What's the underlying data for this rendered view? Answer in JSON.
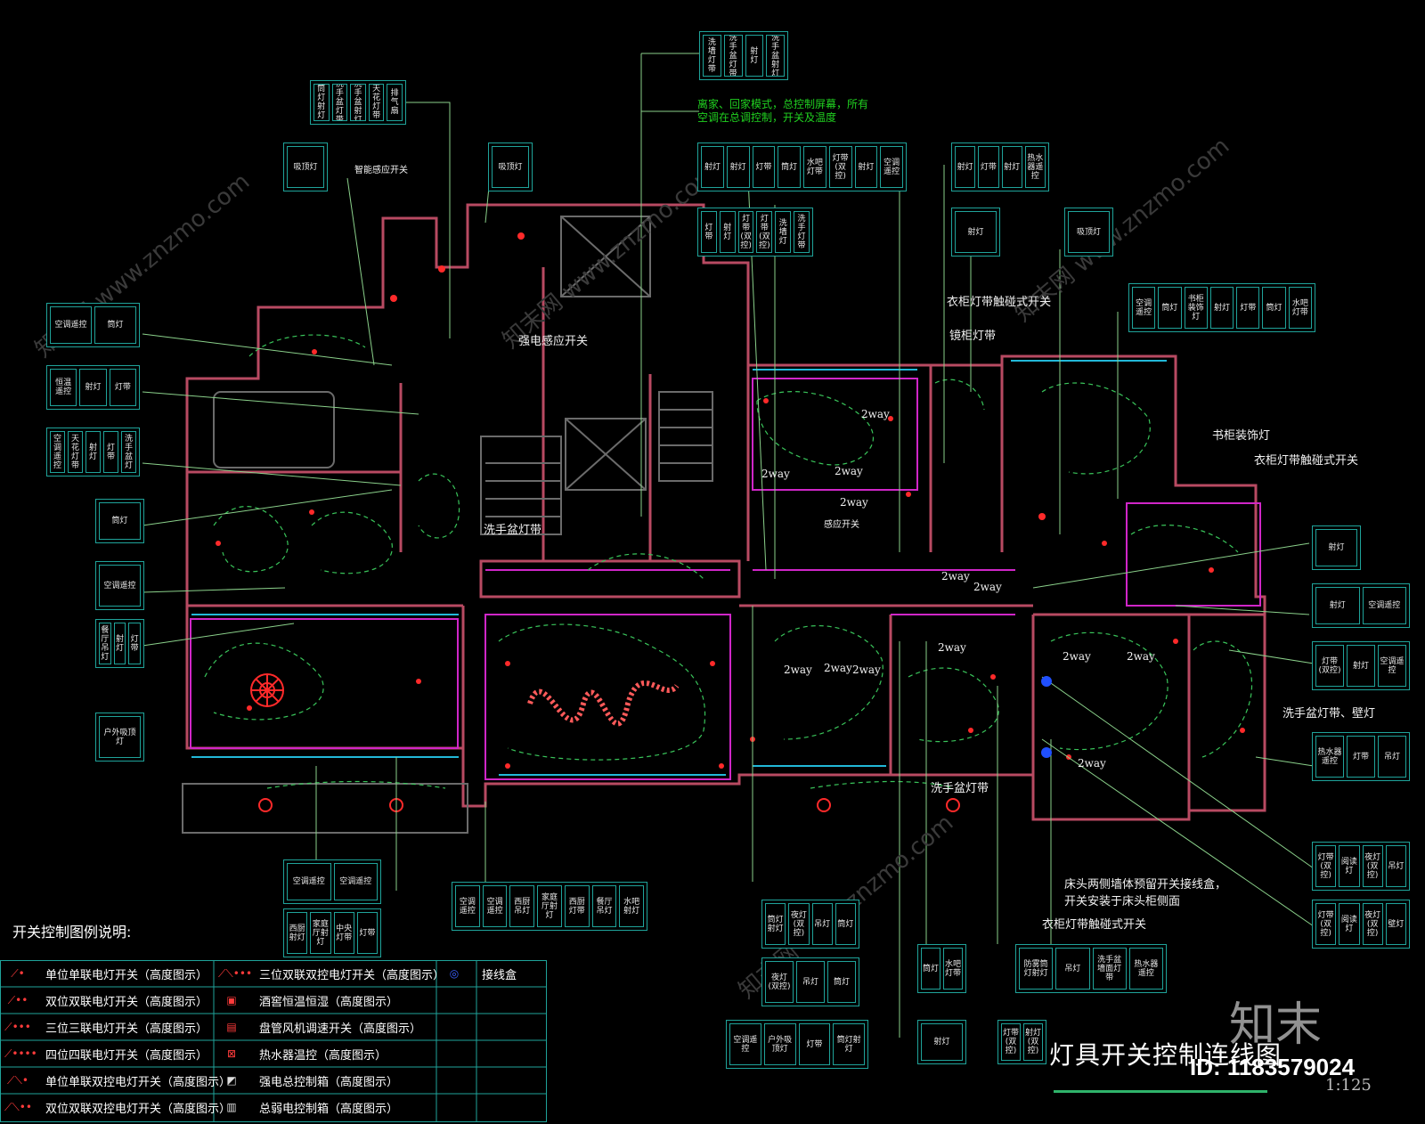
{
  "colors": {
    "background": "#000000",
    "wall": "#b84a62",
    "wall_dark": "#6b6b6b",
    "circuit": "#39c45a",
    "fixture": "#ff2a2a",
    "leader": "#8ad08a",
    "box_border": "#1fa39a",
    "magenta": "#d026c8",
    "cyan": "#22b8d8"
  },
  "drawing": {
    "title": "灯具开关控制连线图",
    "scale": "1:125",
    "image_id": "ID: 1183579024",
    "brand": "知末"
  },
  "watermark": "知末网 www.znzmo.com",
  "notes": {
    "central_control": [
      "离家、回家模式，总控制屏幕，所有",
      "空调在总调控制，开关及温度"
    ],
    "smart_sensor": "智能感应开关",
    "strong_sensor": "强电感应开关",
    "wardrobe_touch_1": "衣柜灯带触碰式开关",
    "mirror_strip": "镜柜灯带",
    "bookcase": "书柜装饰灯",
    "wardrobe_touch_2": "衣柜灯带触碰式开关",
    "basin_strip_1": "洗手盆灯带",
    "basin_strip_2": "洗手盆灯带",
    "basin_wall": "洗手盆灯带、壁灯",
    "bedside_1": "床头两侧墙体预留开关接线盒，",
    "bedside_2": "开关安装于床头柜侧面",
    "wardrobe_touch_3": "衣柜灯带触碰式开关",
    "sensor_switch": "感应开关"
  },
  "two_way": [
    "2way",
    "2way",
    "2way",
    "2way",
    "2way",
    "2way",
    "2way",
    "2way",
    "2way",
    "2way",
    "2way",
    "2way",
    "2way"
  ],
  "switch_boxes": [
    [
      "洗墙灯带",
      "洗手盆灯带",
      "射灯",
      "洗手盆射灯"
    ],
    [
      "筒灯射灯",
      "洗手盆灯带",
      "洗手盆射灯",
      "天花灯带",
      "排气扇"
    ],
    [
      "吸顶灯"
    ],
    [
      "吸顶灯"
    ],
    [
      "射灯",
      "射灯",
      "灯带",
      "筒灯",
      "水吧灯带",
      "灯带(双控)",
      "射灯",
      "空调遥控"
    ],
    [
      "灯带",
      "射灯",
      "灯带(双控)",
      "灯带(双控)",
      "洗墙灯",
      "洗手灯带"
    ],
    [
      "射灯",
      "灯带",
      "射灯",
      "热水器遥控"
    ],
    [
      "射灯"
    ],
    [
      "吸顶灯"
    ],
    [
      "空调遥控",
      "筒灯",
      "书柜装饰灯",
      "射灯",
      "灯带",
      "筒灯",
      "水吧灯带"
    ],
    [
      "空调遥控",
      "筒灯"
    ],
    [
      "恒温遥控",
      "射灯",
      "灯带"
    ],
    [
      "空调遥控",
      "天花灯带",
      "射灯",
      "灯带",
      "洗手盆灯"
    ],
    [
      "筒灯"
    ],
    [
      "空调遥控"
    ],
    [
      "餐厅吊灯",
      "射灯",
      "灯带"
    ],
    [
      "户外吸顶灯"
    ],
    [
      "射灯"
    ],
    [
      "射灯",
      "空调遥控"
    ],
    [
      "灯带(双控)",
      "射灯",
      "空调遥控"
    ],
    [
      "热水器遥控",
      "灯带",
      "吊灯"
    ],
    [
      "灯带(双控)",
      "阅读灯",
      "夜灯(双控)",
      "吊灯"
    ],
    [
      "灯带(双控)",
      "阅读灯",
      "夜灯(双控)",
      "壁灯"
    ],
    [
      "空调遥控",
      "空调遥控"
    ],
    [
      "西厨射灯",
      "家庭厅射灯",
      "中央灯带",
      "灯带"
    ],
    [
      "空调遥控",
      "空调遥控",
      "西厨吊灯",
      "家庭厅射灯",
      "西厨灯带",
      "餐厅吊灯",
      "水吧射灯"
    ],
    [
      "筒灯射灯",
      "夜灯(双控)",
      "吊灯",
      "筒灯"
    ],
    [
      "夜灯(双控)",
      "吊灯",
      "筒灯"
    ],
    [
      "空调遥控",
      "户外吸顶灯",
      "灯带",
      "筒灯射灯"
    ],
    [
      "筒灯",
      "水吧灯带"
    ],
    [
      "射灯"
    ],
    [
      "防雾筒灯射灯",
      "吊灯",
      "洗手盆墙面灯带",
      "热水器遥控"
    ],
    [
      "灯带(双控)",
      "射灯(双控)"
    ]
  ],
  "legend": {
    "title": "开关控制图例说明:",
    "items": [
      {
        "symbol": "single",
        "text": "单位单联电灯开关（高度图示）"
      },
      {
        "symbol": "double",
        "text": "双位双联电灯开关（高度图示）"
      },
      {
        "symbol": "triple",
        "text": "三位三联电灯开关（高度图示）"
      },
      {
        "symbol": "quad",
        "text": "四位四联电灯开关（高度图示）"
      },
      {
        "symbol": "single-2way",
        "text": "单位单联双控电灯开关（高度图示）"
      },
      {
        "symbol": "double-2way",
        "text": "双位双联双控电灯开关（高度图示）"
      },
      {
        "symbol": "triple-2way",
        "text": "三位双联双控电灯开关（高度图示）"
      },
      {
        "symbol": "wine",
        "text": "酒窖恒温恒湿（高度图示）"
      },
      {
        "symbol": "fan",
        "text": "盘管风机调速开关（高度图示）"
      },
      {
        "symbol": "heater",
        "text": "热水器温控（高度图示）"
      },
      {
        "symbol": "strong-box",
        "text": "强电总控制箱（高度图示）"
      },
      {
        "symbol": "weak-box",
        "text": "总弱电控制箱（高度图示）"
      },
      {
        "symbol": "junction",
        "text": "接线盒"
      }
    ]
  }
}
